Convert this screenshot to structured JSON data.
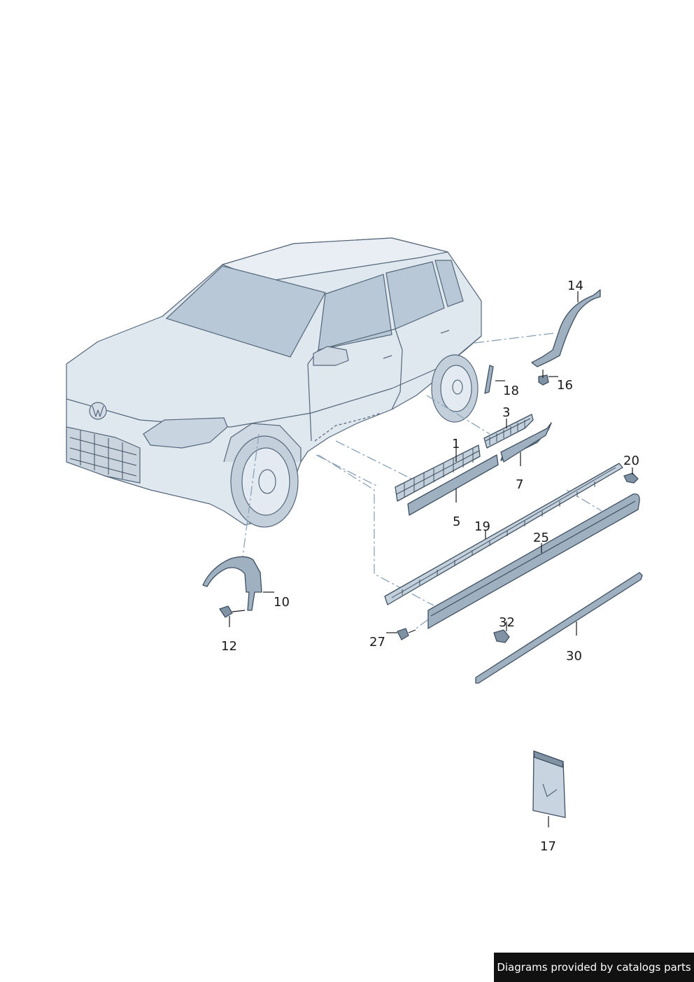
{
  "callouts": {
    "c1": "1",
    "c3": "3",
    "c5": "5",
    "c7": "7",
    "c10": "10",
    "c12": "12",
    "c14": "14",
    "c16": "16",
    "c17": "17",
    "c18": "18",
    "c19": "19",
    "c20": "20",
    "c25": "25",
    "c27": "27",
    "c30": "30",
    "c32": "32"
  },
  "footer": {
    "text": "Diagrams provided by catalogs parts"
  }
}
